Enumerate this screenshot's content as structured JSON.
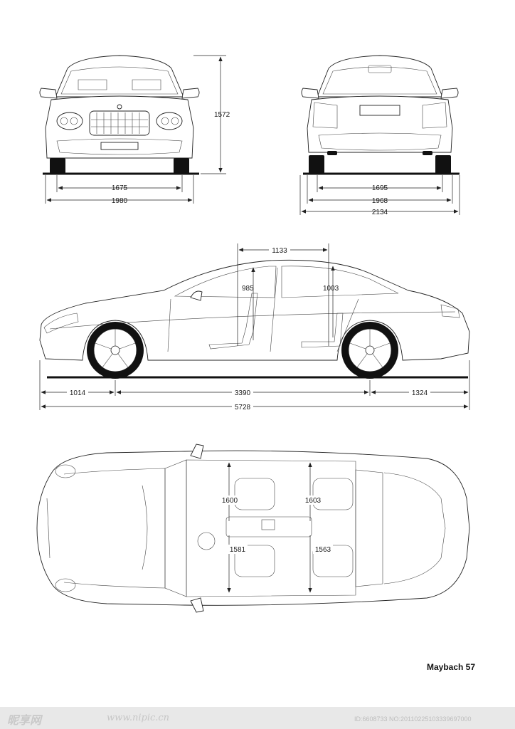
{
  "model": "Maybach 57",
  "views": {
    "front": {
      "height": "1572",
      "track": "1675",
      "width": "1980"
    },
    "rear": {
      "track": "1695",
      "width": "1968",
      "width_mirrors": "2134"
    },
    "side": {
      "seat_spacing": "1133",
      "front_headroom": "985",
      "rear_headroom": "1003",
      "front_overhang": "1014",
      "wheelbase": "3390",
      "rear_overhang": "1324",
      "length": "5728"
    },
    "top": {
      "front_shoulder": "1600",
      "rear_shoulder": "1603",
      "front_elbow": "1581",
      "rear_elbow": "1563"
    }
  },
  "watermark": {
    "logo": "昵享网",
    "url": "www.nipic.cn",
    "id": "ID:6608733 NO:20110225103339697000"
  },
  "colors": {
    "line": "#222222",
    "background": "#ffffff"
  }
}
